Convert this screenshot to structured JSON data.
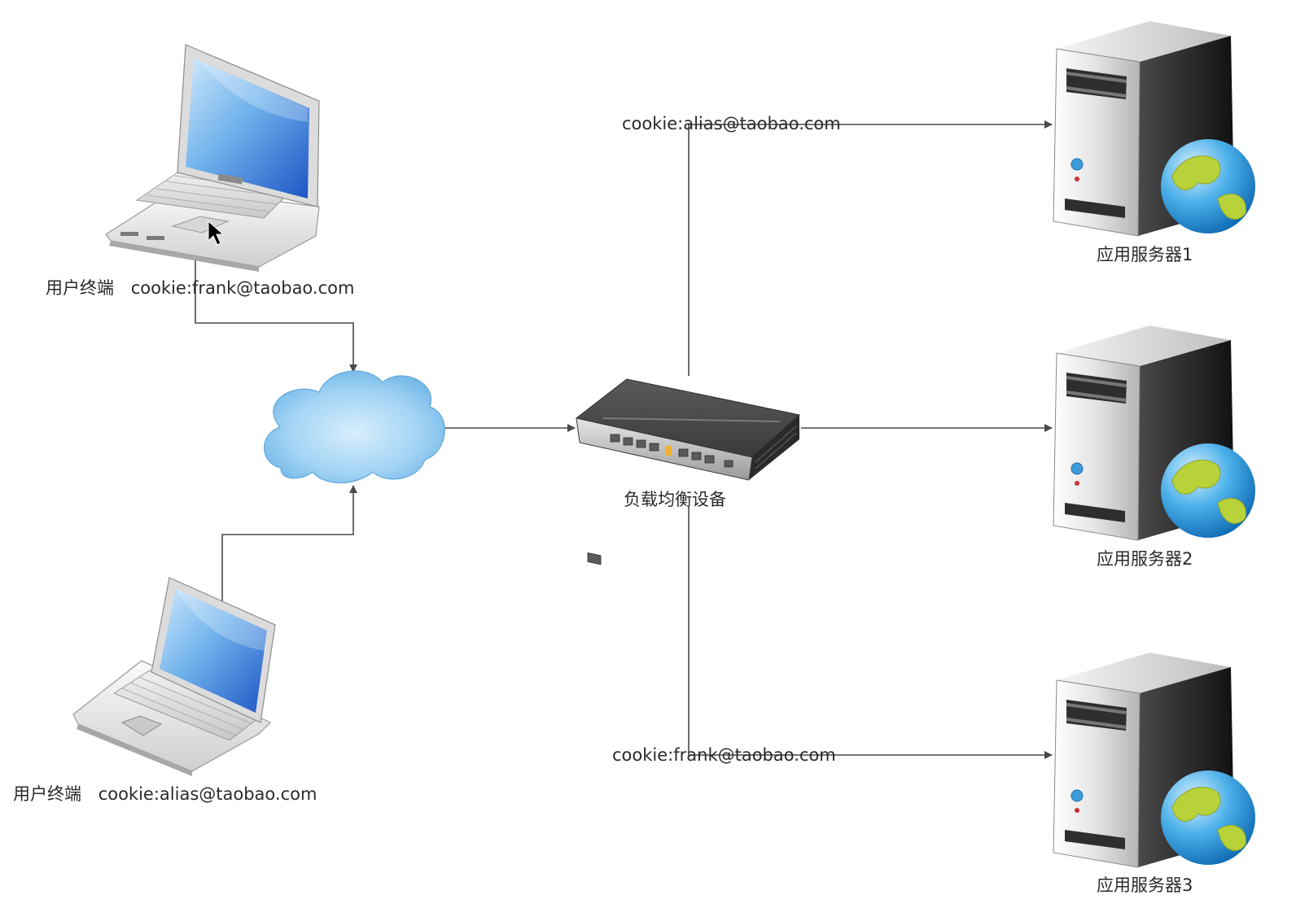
{
  "nodes": {
    "client_top": {
      "name": "用户终端",
      "cookie": "cookie:frank@taobao.com"
    },
    "client_bottom": {
      "name": "用户终端",
      "cookie": "cookie:alias@taobao.com"
    },
    "balancer": {
      "name": "负载均衡设备"
    },
    "server1": {
      "name": "应用服务器1"
    },
    "server2": {
      "name": "应用服务器2"
    },
    "server3": {
      "name": "应用服务器3"
    }
  },
  "edges": [
    {
      "from": "client_top",
      "to": "internet_cloud",
      "label": ""
    },
    {
      "from": "client_bottom",
      "to": "internet_cloud",
      "label": ""
    },
    {
      "from": "internet_cloud",
      "to": "balancer",
      "label": ""
    },
    {
      "from": "balancer",
      "to": "server1",
      "label": "cookie:alias@taobao.com"
    },
    {
      "from": "balancer",
      "to": "server2",
      "label": ""
    },
    {
      "from": "balancer",
      "to": "server3",
      "label": "cookie:frank@taobao.com"
    }
  ],
  "colors": {
    "connector": "#4a4a4a",
    "screen": "#2f6fd0",
    "cloud": "#7ec0ec",
    "device_body": "#3a3a3a",
    "server_body": "#2a2a2a",
    "globe_sea": "#1f8fd6",
    "globe_land": "#b8d23a"
  }
}
